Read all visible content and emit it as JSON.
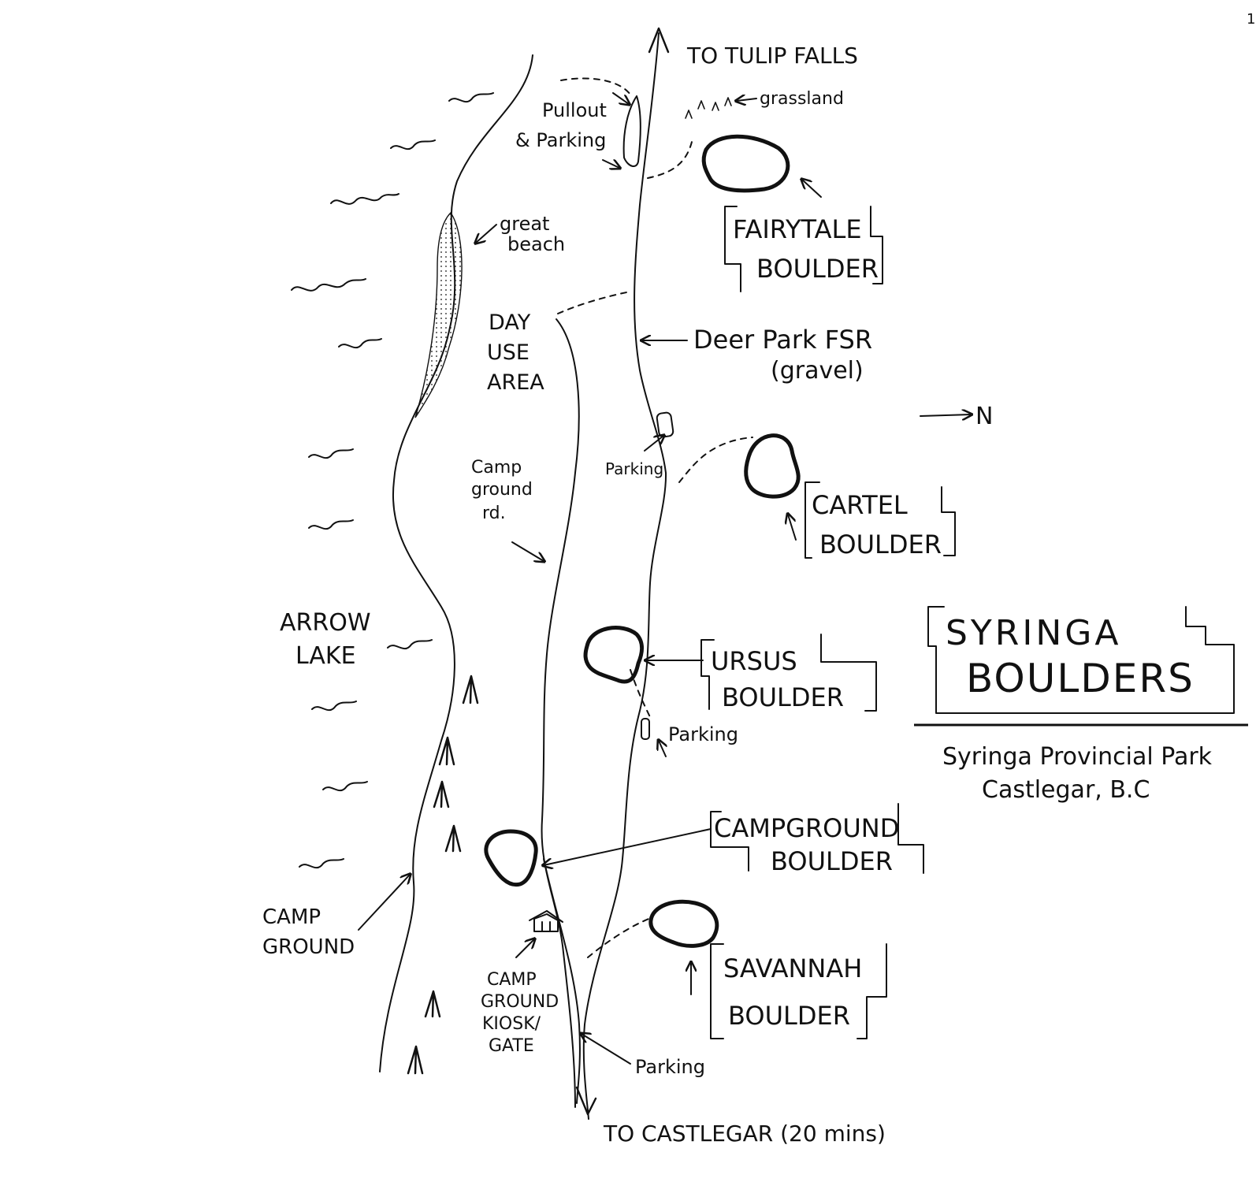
{
  "page_number": "1",
  "title": {
    "line1": "SYRINGA",
    "line2": "BOULDERS",
    "subtitle_line1": "Syringa Provincial Park",
    "subtitle_line2": "Castlegar, B.C"
  },
  "north_label": "N",
  "roads": {
    "to_tulip_falls": "TO TULIP FALLS",
    "to_castlegar": "TO CASTLEGAR (20 mins)",
    "deer_park_line1": "Deer Park FSR",
    "deer_park_line2": "(gravel)",
    "campground_rd": [
      "Camp",
      "ground",
      "rd."
    ]
  },
  "lake": {
    "name_line1": "ARROW",
    "name_line2": "LAKE"
  },
  "places": {
    "pullout_line1": "Pullout",
    "pullout_line2": "& Parking",
    "grassland": "grassland",
    "great_beach_line1": "great",
    "great_beach_line2": "beach",
    "day_use": [
      "DAY",
      "USE",
      "AREA"
    ],
    "camp_ground": [
      "CAMP",
      "GROUND"
    ],
    "kiosk": [
      "CAMP",
      "GROUND",
      "KIOSK/",
      "GATE"
    ],
    "parking_cartel": "Parking",
    "parking_ursus": "Parking",
    "parking_savannah": "Parking"
  },
  "boulders": {
    "fairytale": [
      "FAIRYTALE",
      "BOULDER"
    ],
    "cartel": [
      "CARTEL",
      "BOULDER"
    ],
    "ursus": [
      "URSUS",
      "BOULDER"
    ],
    "campground": [
      "CAMPGROUND",
      "BOULDER"
    ],
    "savannah": [
      "SAVANNAH",
      "BOULDER"
    ]
  },
  "ink_color": "#111111",
  "icons": {
    "tent": "tent-icon",
    "kiosk": "kiosk-icon",
    "water": "water-wave-icon"
  }
}
